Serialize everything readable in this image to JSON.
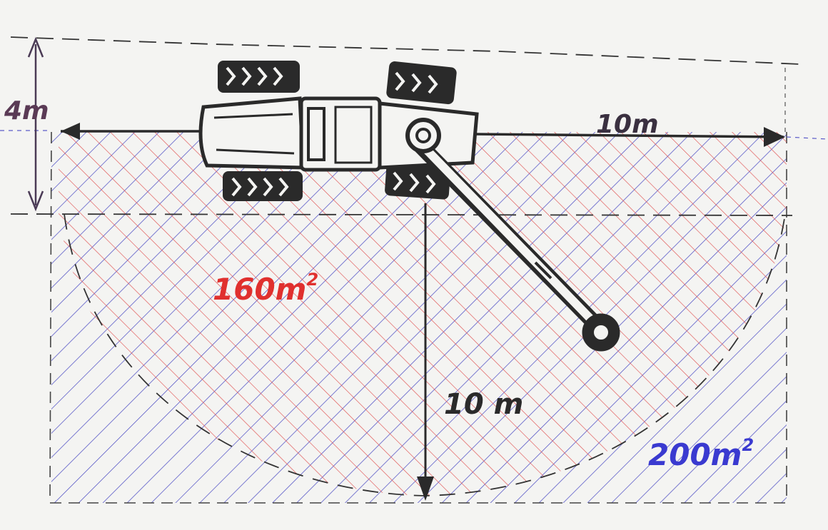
{
  "labels": {
    "width_label": "10m",
    "depth_label": "4m",
    "reach_label": "10 m",
    "inner_area": {
      "value": "160m",
      "sup": "2"
    },
    "outer_area": {
      "value": "200m",
      "sup": "2"
    }
  },
  "colors": {
    "background": "#f4f4f2",
    "ink": "#2a2a2a",
    "blue_hatch": "#5a5ac8",
    "red_hatch": "#e05050",
    "inner_area_text": "#e0302e",
    "outer_area_text": "#3a3ad0",
    "width_label_text": "#3a3040",
    "depth_label_text": "#5a3a55",
    "reach_label_text": "#2a2a2a",
    "depth_arrow": "#4a3a55"
  }
}
